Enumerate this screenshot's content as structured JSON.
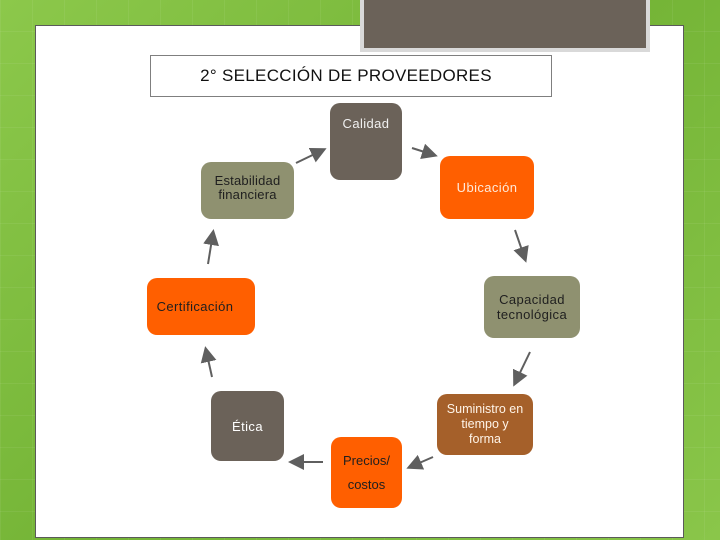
{
  "title": "2° SELECCIÓN DE PROVEEDORES",
  "nodes": [
    {
      "id": "calidad",
      "label": "Calidad"
    },
    {
      "id": "ubicacion",
      "label": "Ubicación"
    },
    {
      "id": "capacidad",
      "label": "Capacidad\ntecnológica"
    },
    {
      "id": "suministro",
      "label": "Suministro en\ntiempo y\nforma"
    },
    {
      "id": "precios",
      "label": "Precios/\ncostos"
    },
    {
      "id": "etica",
      "label": "Ética"
    },
    {
      "id": "certificacion",
      "label": "Certificación"
    },
    {
      "id": "estabilidad",
      "label": "Estabilidad\nfinanciera"
    }
  ],
  "colors": {
    "gray": "#6b6259",
    "olive": "#8f9170",
    "orange": "#ff5f00",
    "brown": "#a5602a",
    "arrow": "#5f5f5f"
  }
}
